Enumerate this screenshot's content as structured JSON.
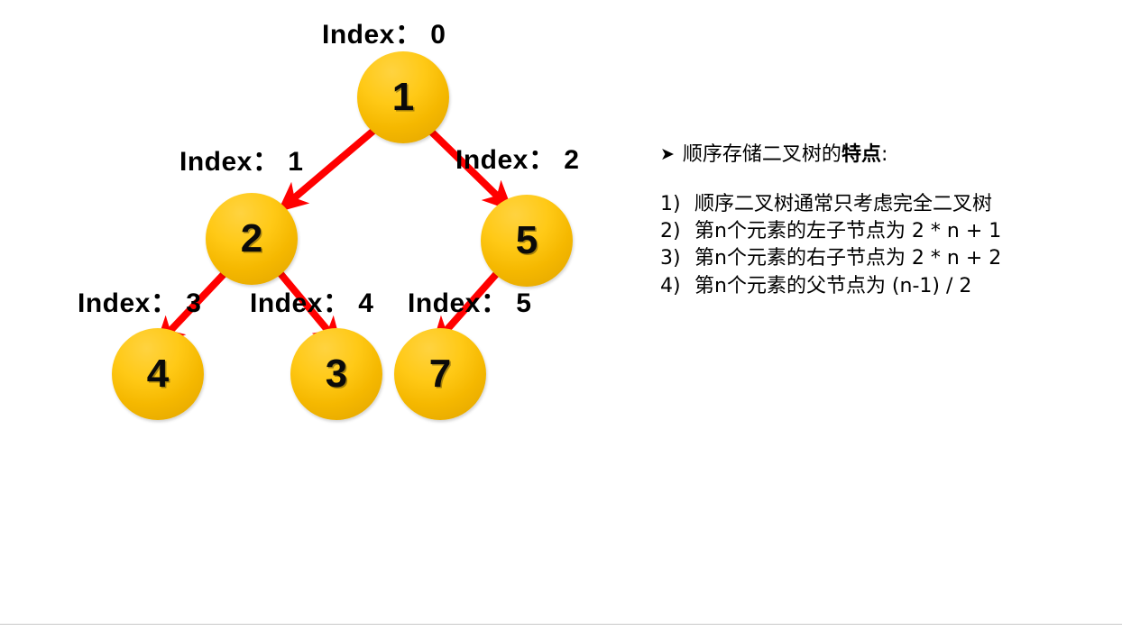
{
  "slide": {
    "background_color": "#ffffff",
    "divider_color": "#c8c8c8"
  },
  "tree": {
    "node_fill_top": "#ffd340",
    "node_fill_bottom": "#e8ab00",
    "edge_color": "#ff0000",
    "nodes": [
      {
        "id": "root",
        "value": "1",
        "index_label": "Index： 0"
      },
      {
        "id": "left",
        "value": "2",
        "index_label": "Index： 1"
      },
      {
        "id": "right",
        "value": "5",
        "index_label": "Index： 2"
      },
      {
        "id": "ll",
        "value": "4",
        "index_label": "Index： 3"
      },
      {
        "id": "lr",
        "value": "3",
        "index_label": "Index： 4"
      },
      {
        "id": "rl",
        "value": "7",
        "index_label": "Index： 5"
      }
    ]
  },
  "notes": {
    "bullet": "➤",
    "heading_prefix": "顺序存储二叉树的",
    "heading_bold": "特点",
    "heading_suffix": ":",
    "items": [
      {
        "num": "1)",
        "text": "顺序二叉树通常只考虑完全二叉树"
      },
      {
        "num": "2)",
        "text": "第n个元素的左子节点为 2 * n + 1"
      },
      {
        "num": "3)",
        "text": "第n个元素的右子节点为 2 * n + 2"
      },
      {
        "num": "4)",
        "text": "第n个元素的父节点为 (n-1) / 2"
      }
    ]
  }
}
